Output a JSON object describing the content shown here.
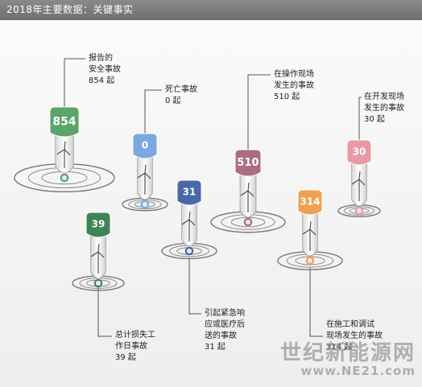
{
  "header": {
    "title": "2018年主要数据：关键事实"
  },
  "badges": [
    {
      "id": "total-reports",
      "value": "854",
      "color": "#5aa56a",
      "label": "报告的\n安全事故\n854 起"
    },
    {
      "id": "deaths",
      "value": "0",
      "color": "#7aa9dd",
      "label": "死亡事故\n0 起"
    },
    {
      "id": "lost-time",
      "value": "39",
      "color": "#3f8457",
      "label": "总计损失工\n作日事故\n39 起"
    },
    {
      "id": "emergency",
      "value": "31",
      "color": "#4a68a8",
      "label": "引起紧急响\n应或医疗后\n送的事故\n31 起"
    },
    {
      "id": "operating-site",
      "value": "510",
      "color": "#ad6d80",
      "label": "在操作现场\n发生的事故\n510 起"
    },
    {
      "id": "construction",
      "value": "314",
      "color": "#f0a052",
      "label": "在施工和调试\n现场发生的事故\n314 起"
    },
    {
      "id": "development",
      "value": "30",
      "color": "#e89aa4",
      "label": "在开发现场\n发生的事故\n30 起"
    }
  ],
  "watermark": {
    "site_name": "世纪新能源网",
    "url": "www.NE21.com"
  }
}
